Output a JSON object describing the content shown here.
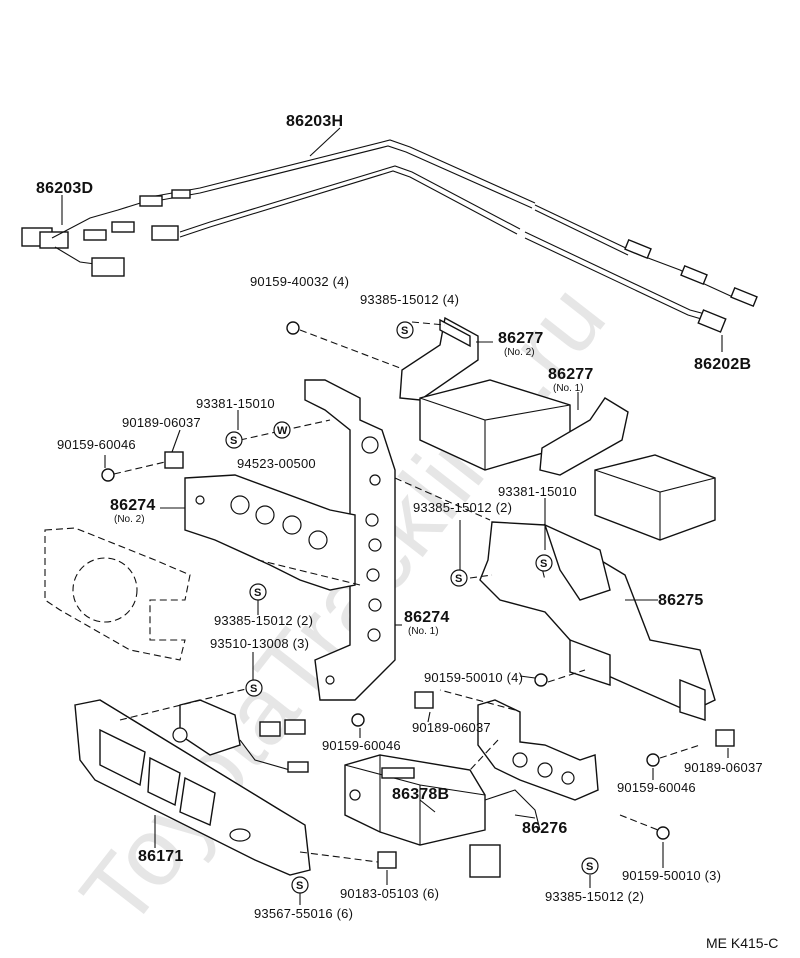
{
  "watermark": "ToyotaTrackline.ru",
  "diagram_code": "ME  K415-C",
  "symbols": {
    "s": "S",
    "w": "W"
  },
  "labels": {
    "p86203H": "86203H",
    "p86203D": "86203D",
    "p86202B": "86202B",
    "p90159_40032": "90159-40032 (4)",
    "p93385_15012_4": "93385-15012 (4)",
    "p86277_2": "86277",
    "p86277_2_sub": "(No. 2)",
    "p86277_1": "86277",
    "p86277_1_sub": "(No. 1)",
    "p93381_15010_a": "93381-15010",
    "p90189_06037_a": "90189-06037",
    "p90159_60046_a": "90159-60046",
    "p94523_00500": "94523-00500",
    "p86274_2": "86274",
    "p86274_2_sub": "(No. 2)",
    "p93381_15010_b": "93381-15010",
    "p93385_15012_2a": "93385-15012 (2)",
    "p93385_15012_2b": "93385-15012 (2)",
    "p86274_1": "86274",
    "p86274_1_sub": "(No. 1)",
    "p86275": "86275",
    "p93510_13008": "93510-13008 (3)",
    "p90159_50010_4": "90159-50010 (4)",
    "p90189_06037_b": "90189-06037",
    "p90159_60046_b": "90159-60046",
    "p90189_06037_c": "90189-06037",
    "p90159_60046_c": "90159-60046",
    "p86378B": "86378B",
    "p86276": "86276",
    "p86171": "86171",
    "p90159_50010_3": "90159-50010 (3)",
    "p90183_05103": "90183-05103 (6)",
    "p93385_15012_2c": "93385-15012 (2)",
    "p93567_55016": "93567-55016 (6)"
  }
}
